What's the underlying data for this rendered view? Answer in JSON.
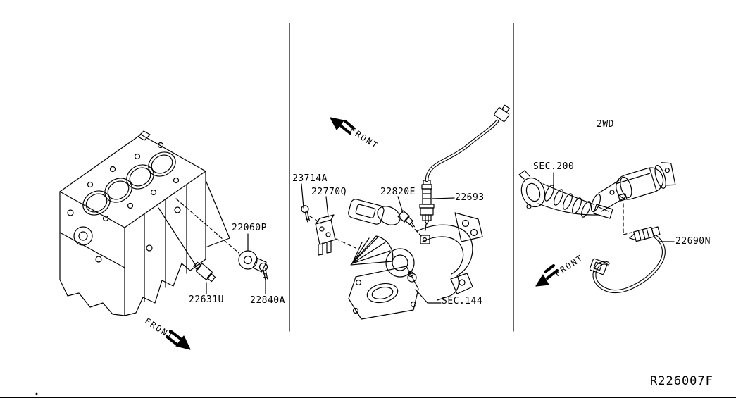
{
  "colors": {
    "ink": "#000000",
    "background": "#ffffff"
  },
  "front_label": "FRONT",
  "ref_code": "R226007F",
  "engine_section": {
    "sensor_22060p": "22060P",
    "sensor_22631u": "22631U",
    "bolt_22840a": "22840A"
  },
  "turbo_section": {
    "bolt_23714a": "23714A",
    "bracket_22770q": "22770Q",
    "sensor_22820e": "22820E",
    "oxygen_sensor_22693": "22693",
    "section_ref": "SEC.144"
  },
  "exhaust_section": {
    "drive_type": "2WD",
    "section_ref": "SEC.200",
    "oxygen_sensor_22690n": "22690N"
  }
}
